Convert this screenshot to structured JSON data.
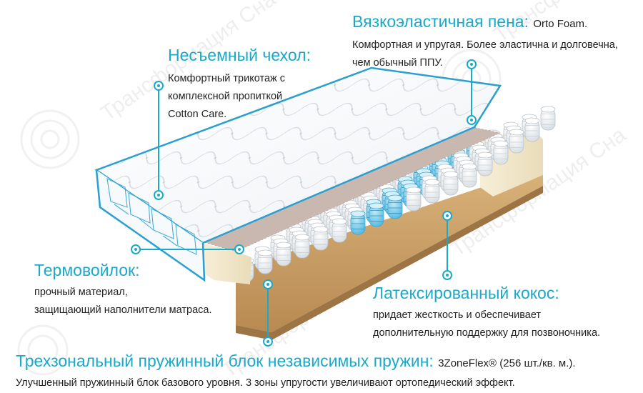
{
  "labels": {
    "cover": {
      "title": "Несъемный чехол:",
      "lines": [
        "Комфортный трикотаж с",
        "комплексной пропиткой",
        "Cotton Care."
      ]
    },
    "foam": {
      "title": "Вязкоэластичная пена:",
      "title_extra": "Orto Foam.",
      "lines": [
        "Комфортная и упругая. Более эластична и долговечна,",
        "чем обычный ППУ."
      ]
    },
    "felt": {
      "title": "Термовойлок:",
      "lines": [
        "прочный материал,",
        "защищающий наполнители матраса."
      ]
    },
    "coir": {
      "title": "Латексированный кокос:",
      "lines": [
        "придает жесткость и обеспечивает",
        "дополнительную поддержку для позвоночника."
      ]
    },
    "springs": {
      "title": "Трехзональный пружинный блок независимых пружин:",
      "title_extra": "3ZoneFlex® (256 шт./кв. м.).",
      "lines": [
        "Улучшенный пружинный блок базового уровня. 3 зоны упругости увеличивают ортопедический эффект."
      ]
    }
  },
  "watermark": {
    "text": "Трансформация Сна",
    "domain": "tr..."
  },
  "colors": {
    "accent": "#1aa9c9",
    "ticking_edge": "#2a9fd0",
    "coir": "#c9a26b",
    "foam": "#f3ead2",
    "spring_blue": "#6cc5e6",
    "text": "#222222"
  },
  "icons": {
    "marker": "ring-dot-icon"
  }
}
